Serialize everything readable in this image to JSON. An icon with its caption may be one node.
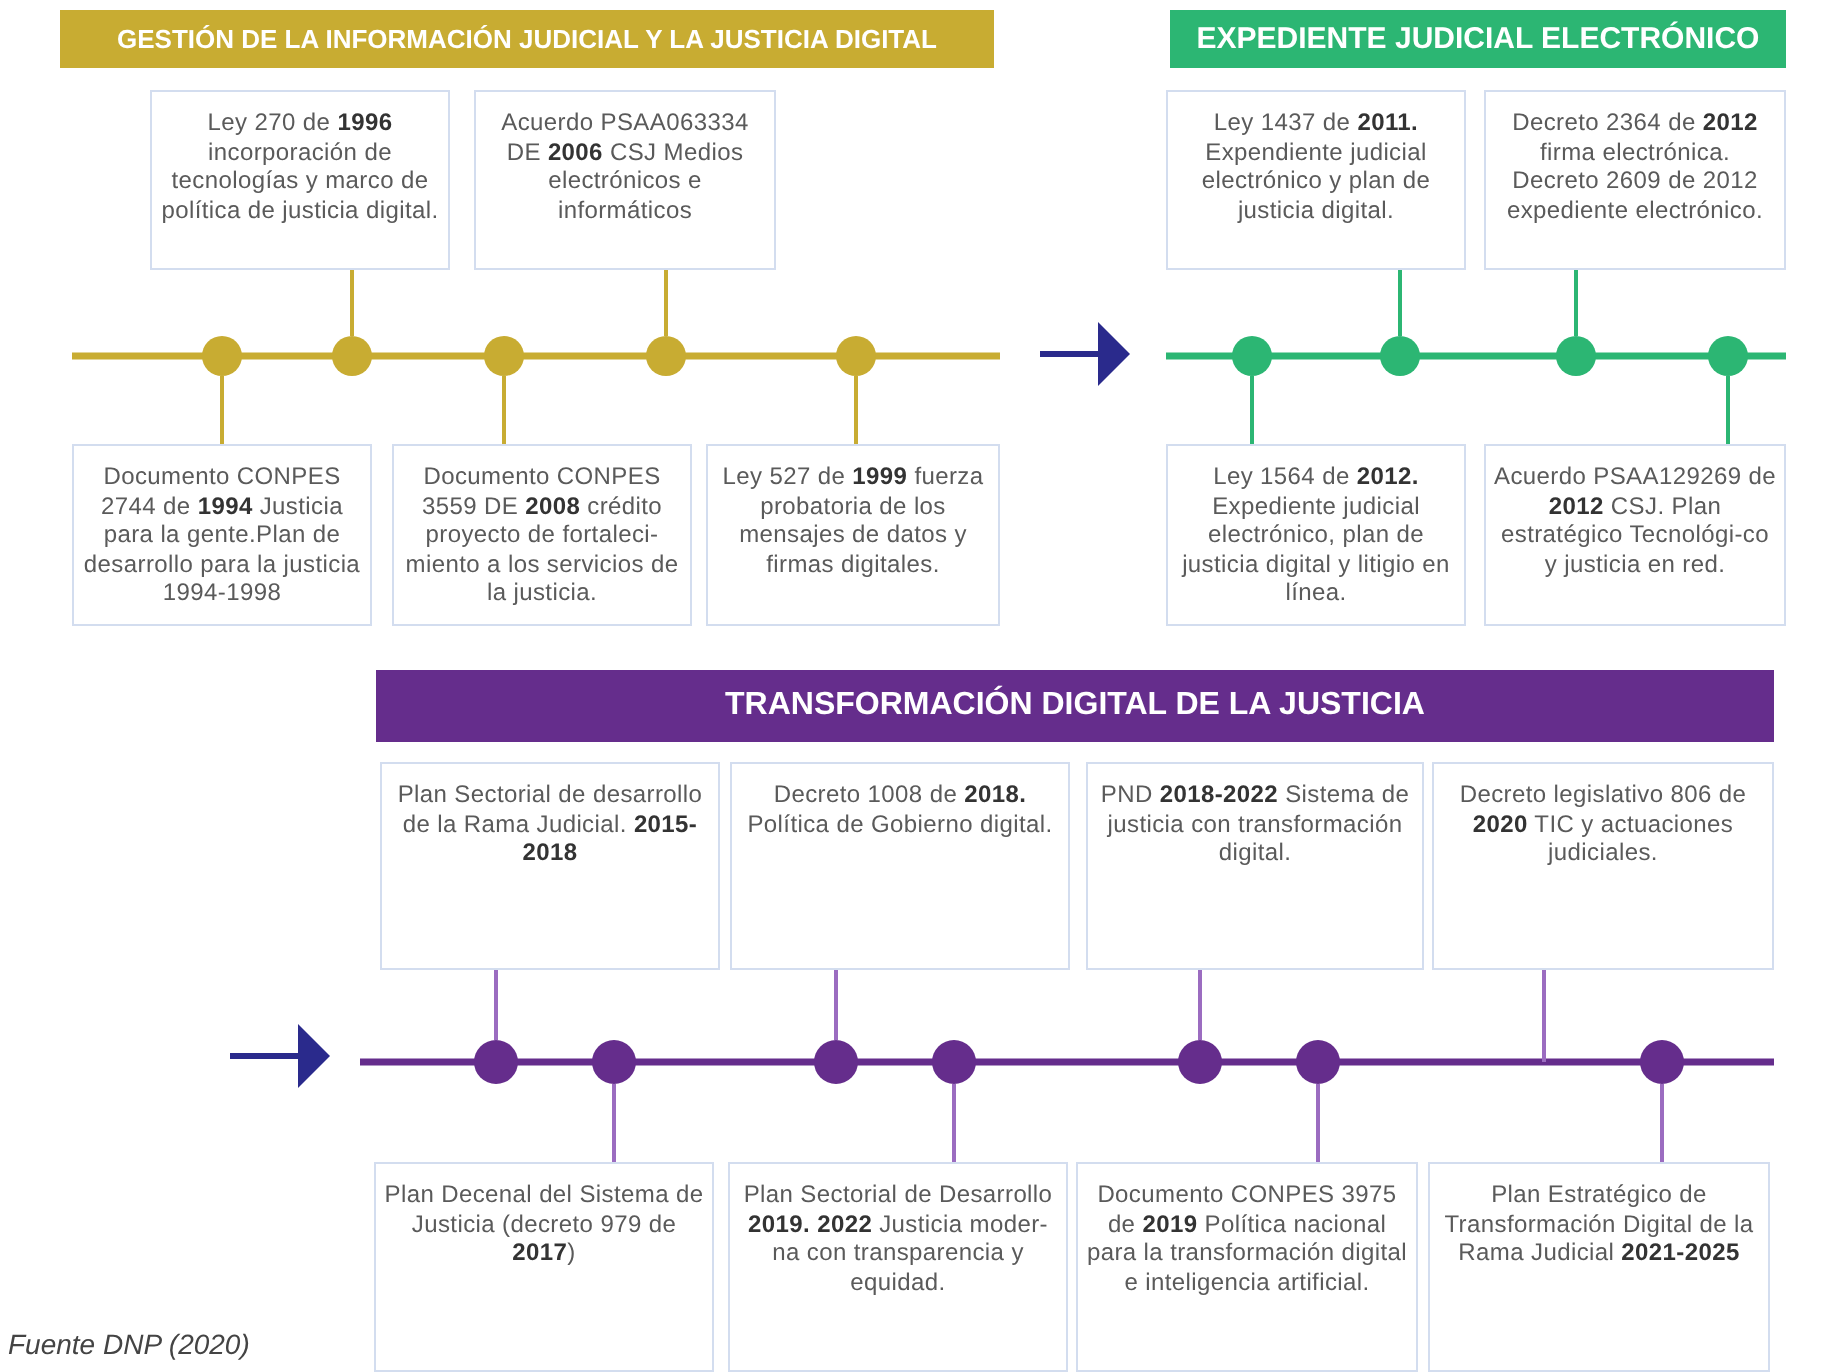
{
  "diagram": {
    "nodes": [
      {
        "text": [
          "GESTIÓN DE LA INFORMACIÓN JUDICIAL Y LA JUSTICIA DIGITAL"
        ]
      },
      {
        "text": [
          "Ley 270 de **1996** incorporación de tecnologías y marco de política de justicia digital."
        ]
      },
      {
        "text": [
          "Acuerdo PSAA063334 DE **2006** CSJ Medios electrónicos e informáticos"
        ]
      },
      {
        "text": [],
        "shape": "circle"
      },
      {
        "text": [],
        "shape": "circle"
      },
      {
        "text": [],
        "shape": "circle"
      },
      {
        "text": [],
        "shape": "circle"
      },
      {
        "text": [],
        "shape": "circle"
      },
      {
        "text": [
          "Documento CONPES 2744 de **1994** Justicia para la gente.Plan de desarrollo para la justicia 1994-1998"
        ]
      },
      {
        "text": [
          "Documento CONPES 3559 DE **2008** crédito proyecto de fortaleci-miento a los servicios de la justicia."
        ]
      },
      {
        "text": [
          "Ley 527 de **1999** fuerza probatoria de los mensajes de datos y firmas digitales."
        ]
      },
      {
        "text": [
          "EXPEDIENTE JUDICIAL ELECTRÓNICO"
        ]
      },
      {
        "text": [
          "Ley 1437 de **2011.** Expendiente judicial electrónico y plan de justicia digital."
        ]
      },
      {
        "text": [
          "Decreto 2364 de **2012** firma electrónica. Decreto 2609 de 2012 expediente electrónico."
        ]
      },
      {
        "text": [],
        "shape": "circle"
      },
      {
        "text": [],
        "shape": "circle"
      },
      {
        "text": [],
        "shape": "circle"
      },
      {
        "text": [],
        "shape": "circle"
      },
      {
        "text": [
          "Ley 1564 de **2012.** Expediente judicial electrónico, plan de justicia digital y litigio en línea."
        ]
      },
      {
        "text": [
          "Acuerdo PSAA129269 de **2012** CSJ. Plan estratégico Tecnológi-co y justicia en red."
        ]
      },
      {
        "text": [
          "TRANSFORMACIÓN DIGITAL DE LA JUSTICIA"
        ]
      },
      {
        "text": [
          "Plan Sectorial de desarrollo de la Rama Judicial. **2015-2018**"
        ]
      },
      {
        "text": [
          "Decreto 1008 de **2018.** Política de Gobierno digital."
        ]
      },
      {
        "text": [
          "PND **2018-2022** Sistema de justicia con transformación digital."
        ]
      },
      {
        "text": [
          "Decreto legislativo 806 de **2020** TIC y actuaciones judiciales."
        ]
      },
      {
        "text": [],
        "shape": "circle"
      },
      {
        "text": [],
        "shape": "circle"
      },
      {
        "text": [],
        "shape": "circle"
      },
      {
        "text": [],
        "shape": "circle"
      },
      {
        "text": [],
        "shape": "circle"
      },
      {
        "text": [],
        "shape": "circle"
      },
      {
        "text": [],
        "shape": "circle"
      },
      {
        "text": [
          "Plan Decenal del Sistema de Justicia (decreto 979 de **2017**)"
        ]
      },
      {
        "text": [
          "Plan Sectorial de Desarrollo **2019.** **2022** Justicia moder-na con transparencia y equidad."
        ]
      },
      {
        "text": [
          "Documento CONPES 3975 de **2019** Política nacional para la transformación digital e inteligencia artificial."
        ]
      },
      {
        "text": [
          "Plan Estratégico de Transformación Digital de la Rama Judicial **2021-2025**"
        ]
      }
    ],
    "edges": [
      {
        "from": 1,
        "to": 4,
        "arrow": "none",
        "color": "#c8ac32"
      },
      {
        "from": 2,
        "to": 6,
        "arrow": "none",
        "color": "#c8ac32"
      },
      {
        "from": 8,
        "to": 3,
        "arrow": "none",
        "color": "#c8ac32"
      },
      {
        "from": 9,
        "to": 5,
        "arrow": "none",
        "color": "#c8ac32"
      },
      {
        "from": 10,
        "to": 7,
        "arrow": "none",
        "color": "#c8ac32"
      },
      {
        "from": 12,
        "to": 15,
        "arrow": "none",
        "color": "#2cb673"
      },
      {
        "from": 13,
        "to": 16,
        "arrow": "none",
        "color": "#2cb673"
      },
      {
        "from": 18,
        "to": 14,
        "arrow": "none",
        "color": "#2cb673"
      },
      {
        "from": 19,
        "to": 17,
        "arrow": "none",
        "color": "#2cb673"
      },
      {
        "from": 21,
        "to": 25,
        "arrow": "none"
      },
      {
        "from": 22,
        "to": 27,
        "arrow": "none"
      },
      {
        "from": 23,
        "to": 29,
        "arrow": "none"
      },
      {
        "from": 24,
        "to": null,
        "arrow": "none"
      },
      {
        "from": 32,
        "to": 26,
        "arrow": "none"
      },
      {
        "from": 33,
        "to": 28,
        "arrow": "none"
      },
      {
        "from": 34,
        "to": 30,
        "arrow": "none"
      },
      {
        "from": 35,
        "to": 31,
        "arrow": "none"
      }
    ],
    "labels": [
      "Fuente DNP (2020)"
    ]
  }
}
